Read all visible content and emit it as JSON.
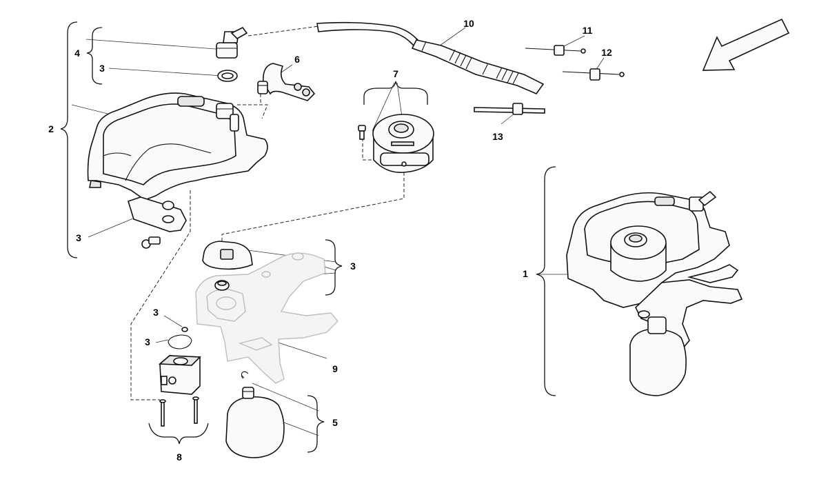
{
  "callouts": {
    "c1": "1",
    "c2": "2",
    "c3a": "3",
    "c3b": "3",
    "c3c": "3",
    "c3d": "3",
    "c3e": "3",
    "c4": "4",
    "c5": "5",
    "c6": "6",
    "c7": "7",
    "c8": "8",
    "c9": "9",
    "c10": "10",
    "c11": "11",
    "c12": "12",
    "c13": "13"
  }
}
